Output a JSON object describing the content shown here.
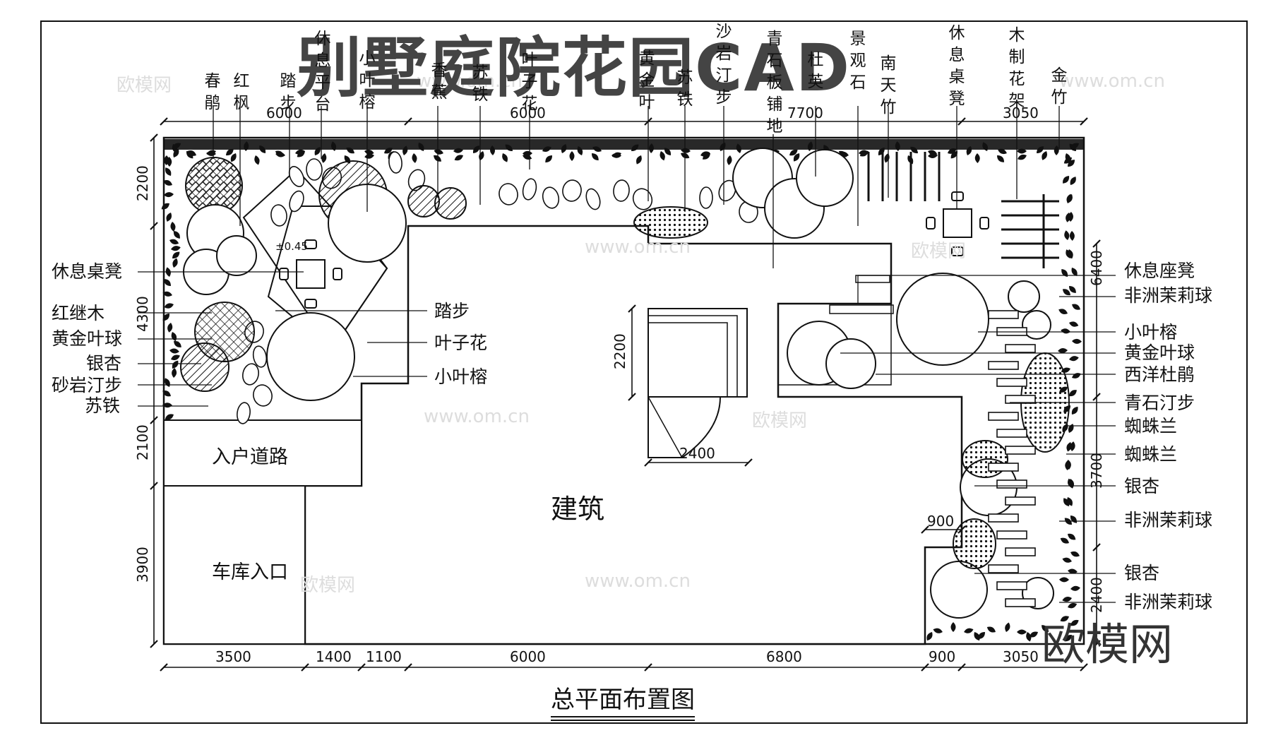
{
  "title": "别墅庭院花园CAD",
  "caption": "总平面布置图",
  "brand": "欧模网",
  "watermark": {
    "cn": "欧模网",
    "url": "www.om.cn"
  },
  "level_mark": "±0.45",
  "areas": {
    "building": "建筑",
    "entry_road": "入户道路",
    "garage": "车库入口"
  },
  "top_labels": [
    "春鹃",
    "红枫",
    "踏步",
    "休息平台",
    "小叶榕",
    "香蕉",
    "苏铁",
    "叶子花",
    "黄金叶",
    "苏铁",
    "沙岩汀步",
    "青石板铺地",
    "杜英",
    "景观石",
    "南天竹",
    "休息桌凳",
    "木制花架",
    "金竹"
  ],
  "left_labels": [
    "休息桌凳",
    "红继木",
    "黄金叶球",
    "银杏",
    "砂岩汀步",
    "苏铁"
  ],
  "center_labels": [
    "踏步",
    "叶子花",
    "小叶榕"
  ],
  "right_labels": [
    "休息座凳",
    "非洲茉莉球",
    "小叶榕",
    "黄金叶球",
    "西洋杜鹃",
    "青石汀步",
    "蜘蛛兰",
    "蜘蛛兰",
    "银杏",
    "非洲茉莉球",
    "银杏",
    "非洲茉莉球"
  ],
  "dimensions": {
    "top": [
      "6000",
      "6000",
      "7700",
      "3050"
    ],
    "bottom": [
      "3500",
      "1400",
      "1100",
      "6000",
      "6800",
      "900",
      "3050"
    ],
    "left": [
      "2200",
      "4300",
      "2100",
      "3900"
    ],
    "right": [
      "6400",
      "3700",
      "2400"
    ],
    "inner": [
      "2200",
      "2400",
      "900"
    ]
  }
}
